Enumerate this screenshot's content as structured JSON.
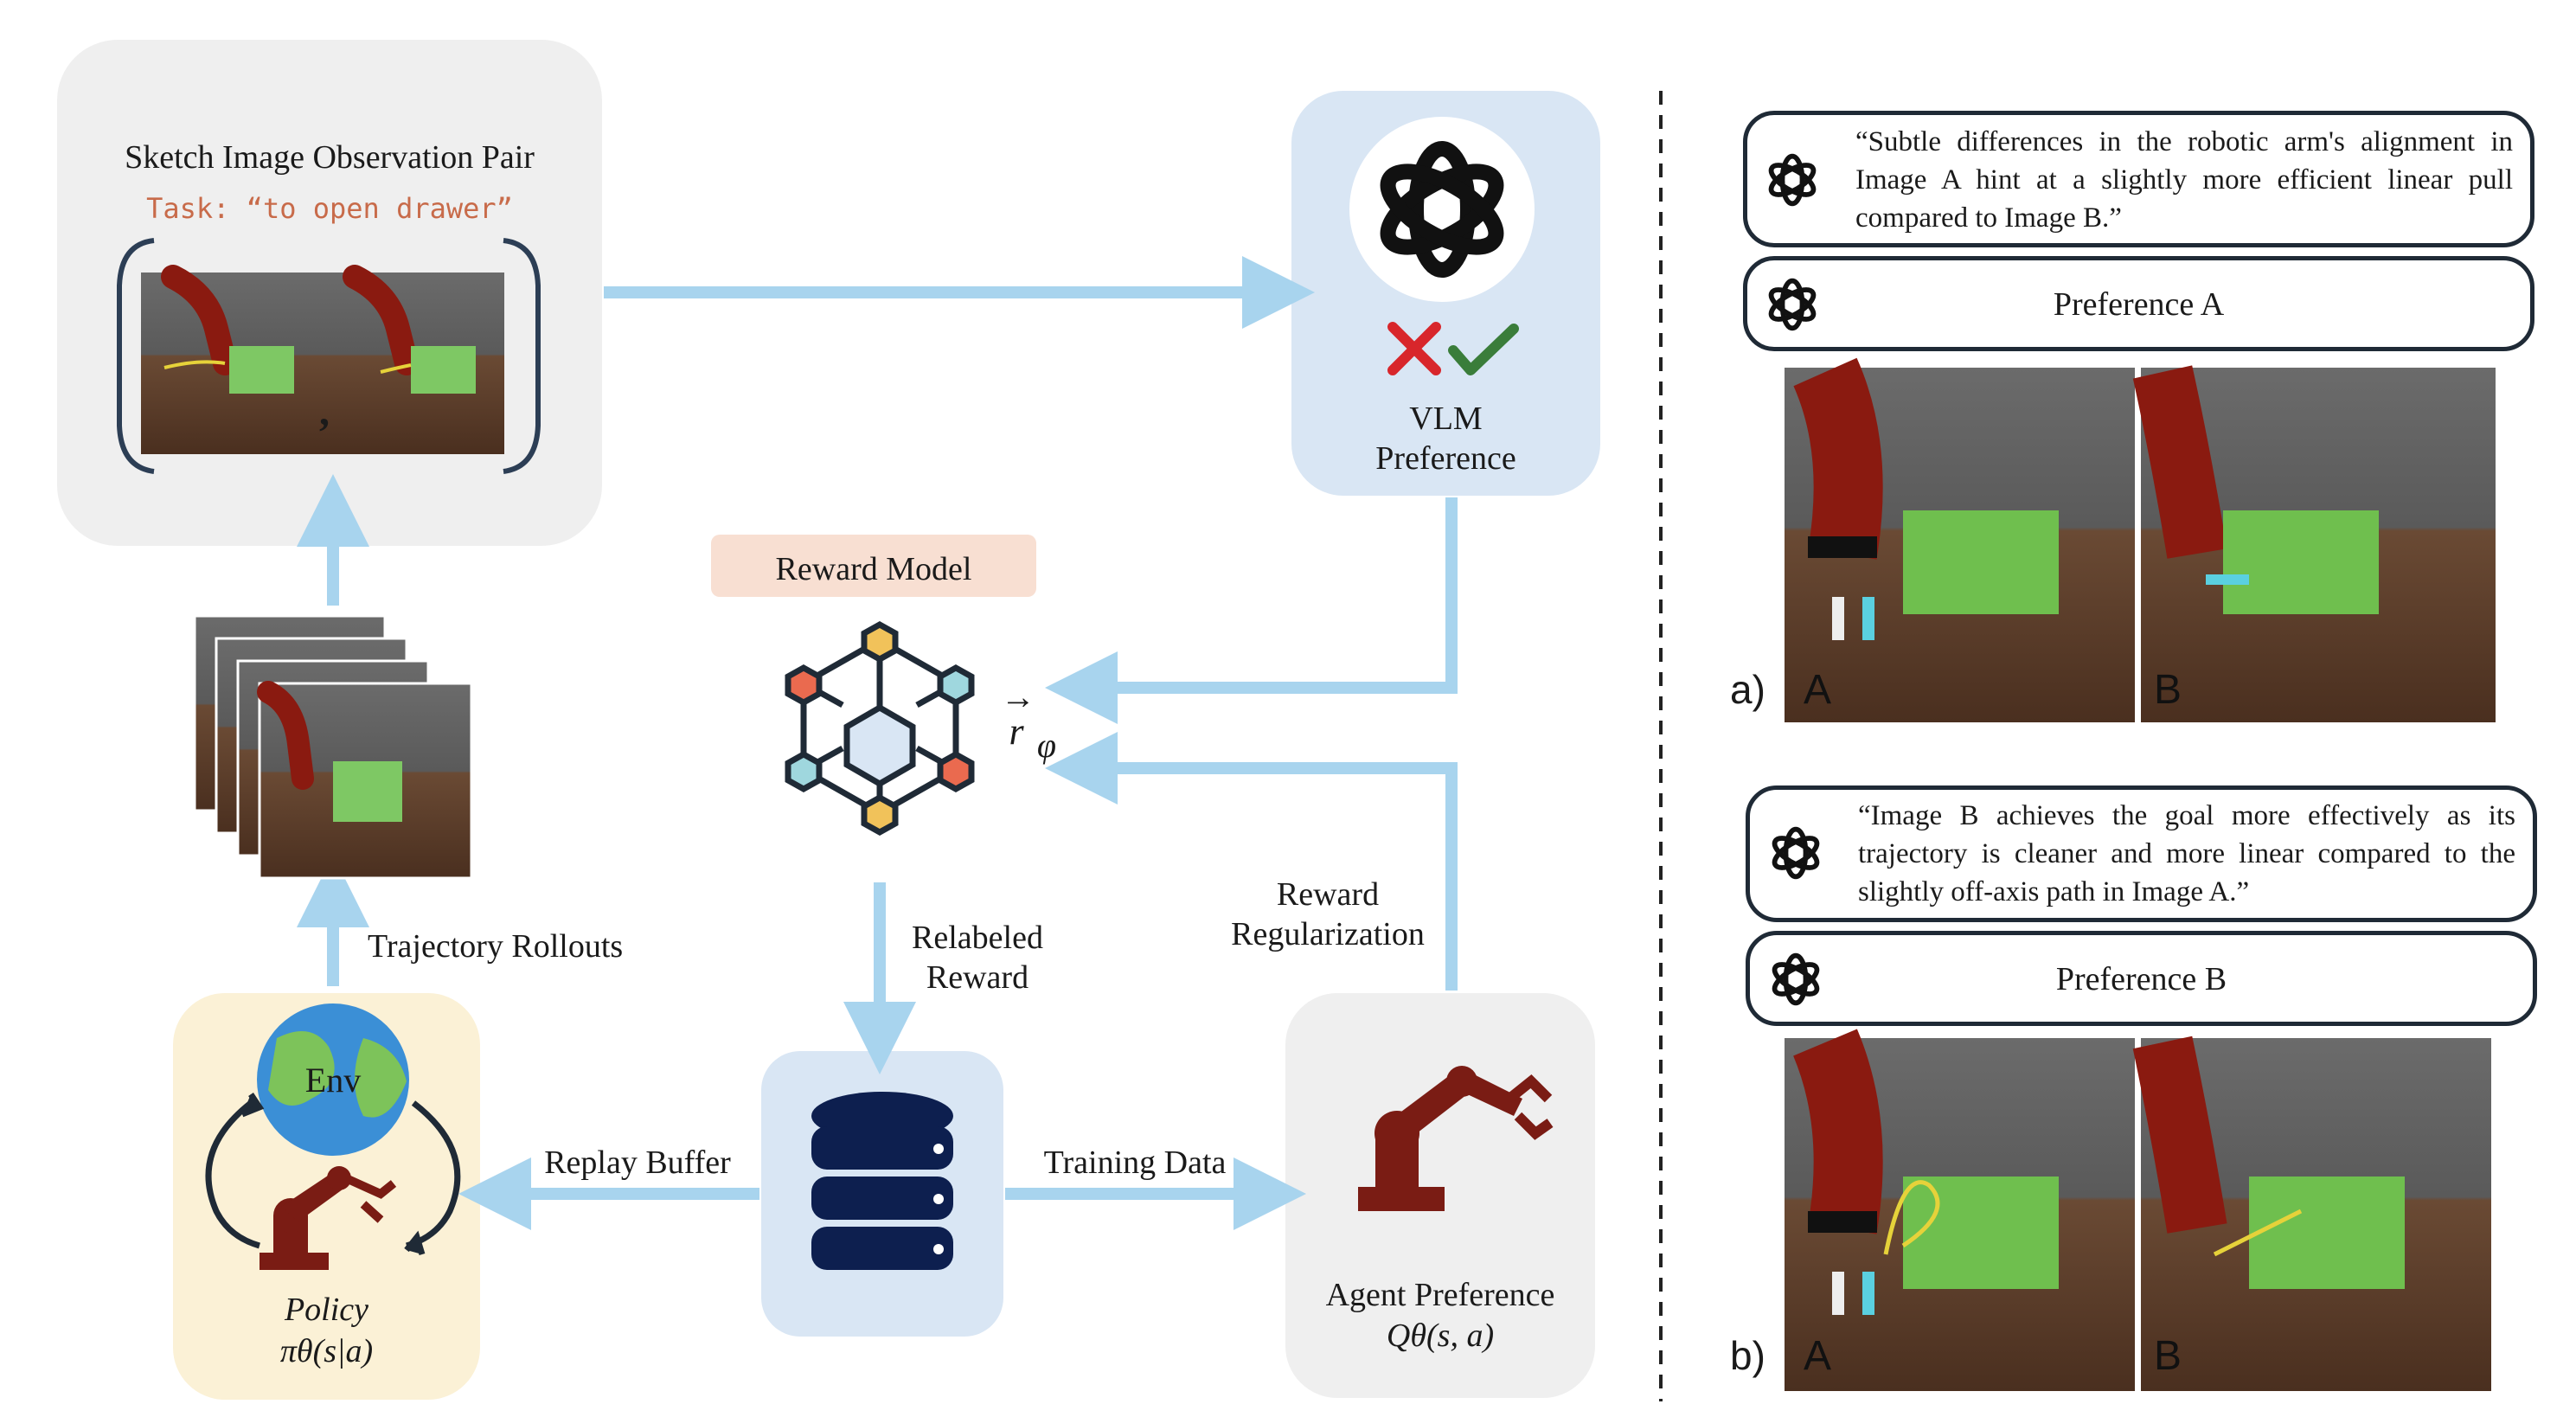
{
  "left_panel": {
    "sketch_box": {
      "title": "Sketch Image Observation Pair",
      "task": "Task: “to open drawer”",
      "comma": ","
    },
    "vlm_box": {
      "label_line1": "VLM",
      "label_line2": "Preference"
    },
    "reward_model": {
      "label": "Reward Model",
      "symbol": "r",
      "arrow": "→",
      "subscript": "φ"
    },
    "edge_labels": {
      "trajectory_rollouts": "Trajectory Rollouts",
      "relabeled_line1": "Relabeled",
      "relabeled_line2": "Reward",
      "reg_line1": "Reward",
      "reg_line2": "Regularization",
      "replay_buffer": "Replay Buffer",
      "training_data": "Training Data"
    },
    "env_box": {
      "env_label": "Env",
      "policy_label": "Policy",
      "policy_formula": "πθ(s|a)"
    },
    "agent_box": {
      "label": "Agent Preference",
      "formula": "Qθ(s, a)"
    }
  },
  "right_panel": {
    "example_a": {
      "quote": "“Subtle differences in the robotic arm's alignment in Image A hint at a slightly more efficient linear pull compared to Image B.”",
      "preference": "Preference A",
      "tag": "a)",
      "img_a": "A",
      "img_b": "B"
    },
    "example_b": {
      "quote": "“Image B achieves the goal more effectively as its trajectory is cleaner and more linear compared to the slightly off-axis path in Image A.”",
      "preference": "Preference B",
      "tag": "b)",
      "img_a": "A",
      "img_b": "B"
    }
  },
  "colors": {
    "arrow": "#a8d4ee",
    "gray_box": "#efefef",
    "blue_box": "#d9e6f4",
    "yellow_box": "#fbf1d6",
    "reward_label_bg": "#f8dfd2",
    "robot_red": "#7a1c14",
    "db_navy": "#0d1f4f",
    "cross_red": "#d8262b",
    "check_green": "#3a7d3a"
  },
  "icons": [
    "openai-logo-icon",
    "cross-icon",
    "check-icon",
    "reward-network-icon",
    "database-icon",
    "robot-arm-icon",
    "globe-icon",
    "cycle-arrow-icon"
  ]
}
